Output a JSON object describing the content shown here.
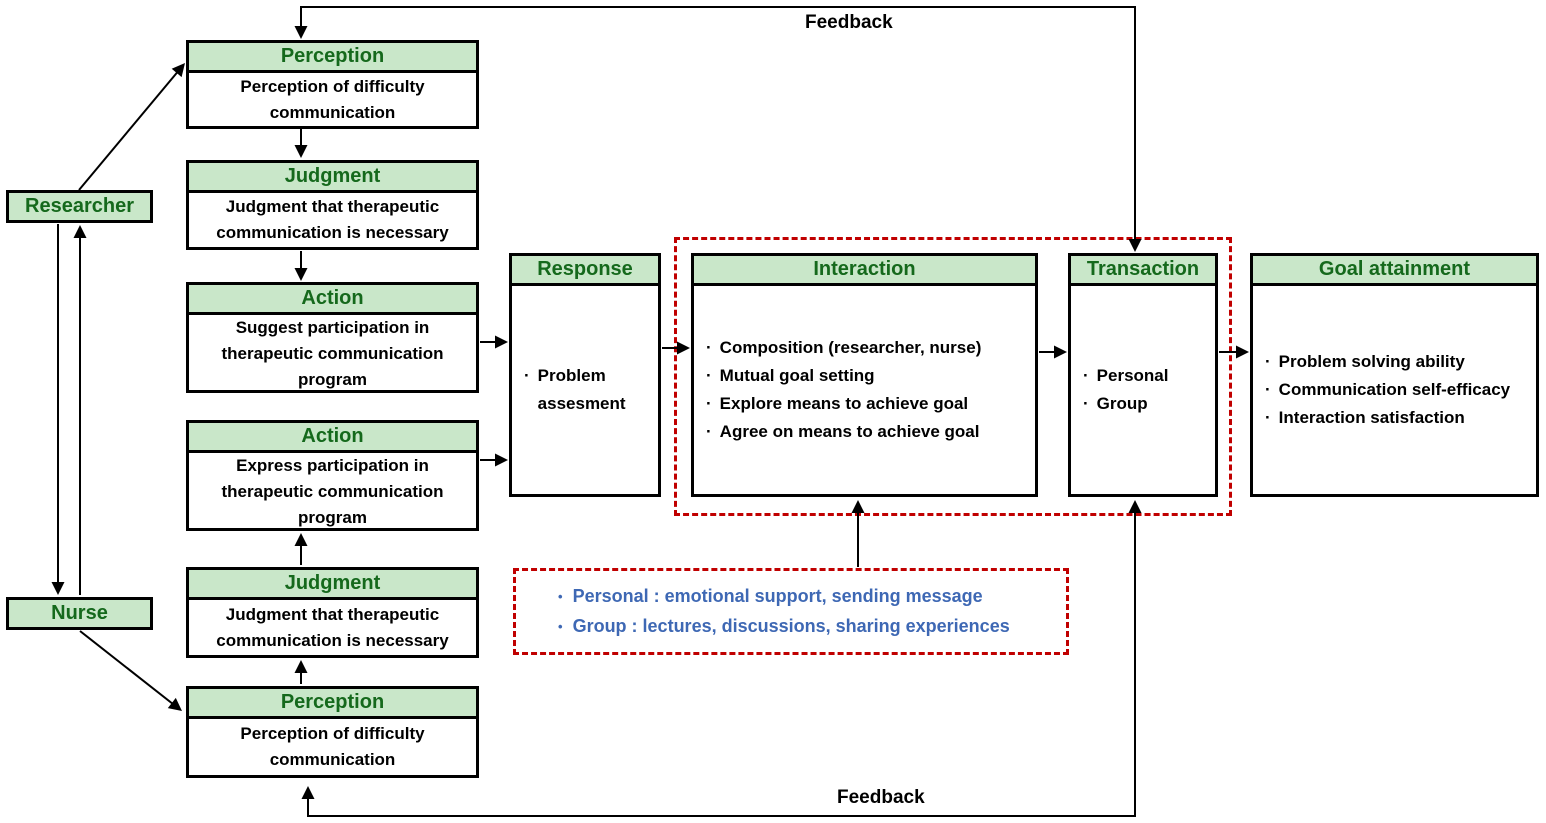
{
  "colors": {
    "green_fill": "#c9e7c9",
    "green_text": "#15691c",
    "red_dashed": "#c00000",
    "blue_text": "#3e68b4"
  },
  "bullet": "·",
  "legend_bullet": "•",
  "actors": {
    "researcher": "Researcher",
    "nurse": "Nurse"
  },
  "feedback": {
    "top": "Feedback",
    "bottom": "Feedback"
  },
  "boxes": {
    "perception_top": {
      "title": "Perception",
      "body": "Perception of difficulty communication"
    },
    "judgment_top": {
      "title": "Judgment",
      "body": "Judgment that therapeutic communication is necessary"
    },
    "action_top": {
      "title": "Action",
      "body": "Suggest participation in therapeutic communication program"
    },
    "action_bottom": {
      "title": "Action",
      "body": "Express participation in therapeutic communication program"
    },
    "judgment_bottom": {
      "title": "Judgment",
      "body": "Judgment that therapeutic communication is necessary"
    },
    "perception_bottom": {
      "title": "Perception",
      "body": "Perception of difficulty communication"
    },
    "response": {
      "title": "Response",
      "items": [
        "Problem assesment"
      ]
    },
    "interaction": {
      "title": "Interaction",
      "items": [
        "Composition (researcher, nurse)",
        "Mutual goal setting",
        "Explore means to achieve goal",
        "Agree on means to achieve goal"
      ]
    },
    "transaction": {
      "title": "Transaction",
      "items": [
        "Personal",
        "Group"
      ]
    },
    "goal_attainment": {
      "title": "Goal attainment",
      "items": [
        "Problem solving ability",
        "Communication self-efficacy",
        "Interaction satisfaction"
      ]
    }
  },
  "legend": {
    "items": [
      "Personal : emotional support,  sending message",
      "Group : lectures, discussions, sharing experiences"
    ]
  }
}
